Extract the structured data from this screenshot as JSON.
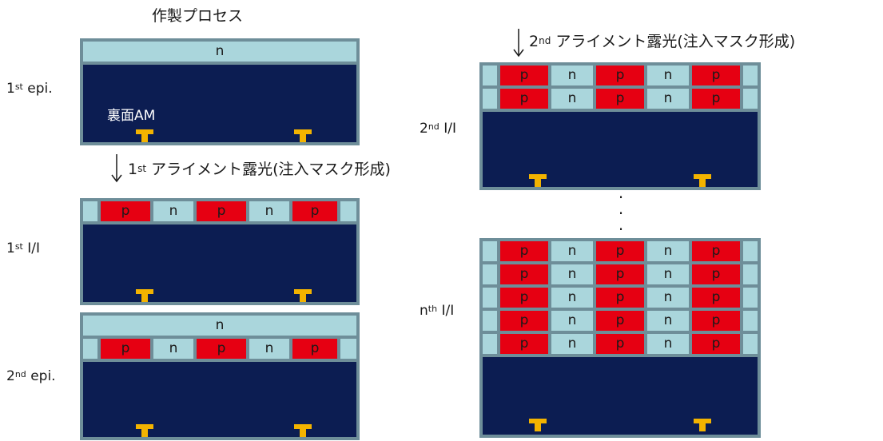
{
  "title": "作製プロセス",
  "labels": {
    "epi1": {
      "base": "1",
      "sup": "st",
      "rest": " epi."
    },
    "ii1": {
      "base": "1",
      "sup": "st",
      "rest": " I/I"
    },
    "epi2": {
      "base": "2",
      "sup": "nd",
      "rest": " epi."
    },
    "ii2": {
      "base": "2",
      "sup": "nd",
      "rest": " I/I"
    },
    "iin": {
      "base": "n",
      "sup": "th",
      "rest": " I/I"
    }
  },
  "steps": {
    "align1": {
      "base": "1",
      "sup": "st",
      "rest": " アライメント露光(注入マスク形成)"
    },
    "align2": {
      "base": "2",
      "sup": "nd",
      "rest": " アライメント露光(注入マスク形成)"
    }
  },
  "wafer": {
    "n_label": "n",
    "p_label": "p",
    "backside_label": "裏面AM"
  },
  "ellipsis": "·",
  "colors": {
    "substrate": "#0c1d52",
    "n_region": "#aad6dc",
    "p_region": "#e60012",
    "frame": "#6e8e99",
    "alignment_mark": "#f3b300"
  }
}
